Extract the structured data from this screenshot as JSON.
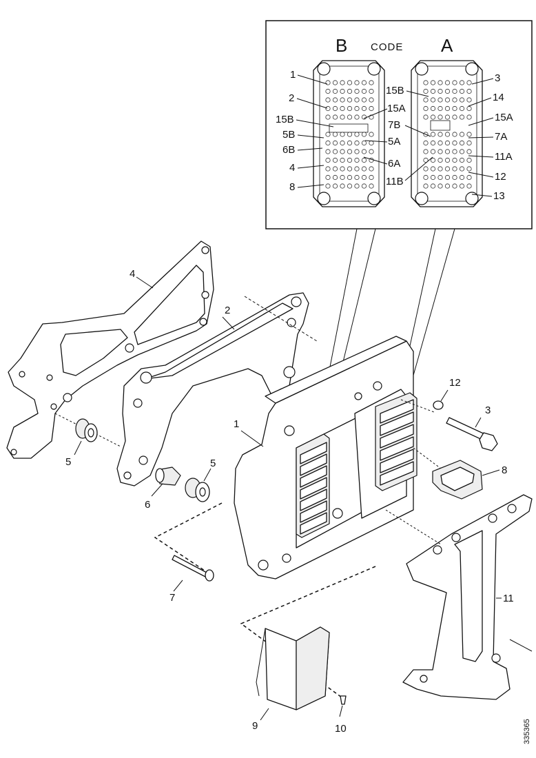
{
  "inset": {
    "connector_b_header": "B",
    "code_label": "CODE",
    "connector_a_header": "A",
    "left_labels": [
      "1",
      "2",
      "15B",
      "5B",
      "6B",
      "4",
      "8"
    ],
    "center_left_labels": [
      "15A",
      "5A",
      "6A"
    ],
    "center_right_labels": [
      "15B",
      "7B",
      "11B"
    ],
    "right_labels": [
      "3",
      "14",
      "15A",
      "7A",
      "11A",
      "12",
      "13"
    ]
  },
  "parts": {
    "p1": "1",
    "p2": "2",
    "p3": "3",
    "p4": "4",
    "p5a": "5",
    "p5b": "5",
    "p6": "6",
    "p7": "7",
    "p8": "8",
    "p9": "9",
    "p10": "10",
    "p11": "11",
    "p12": "12"
  },
  "doc_number": "335365"
}
